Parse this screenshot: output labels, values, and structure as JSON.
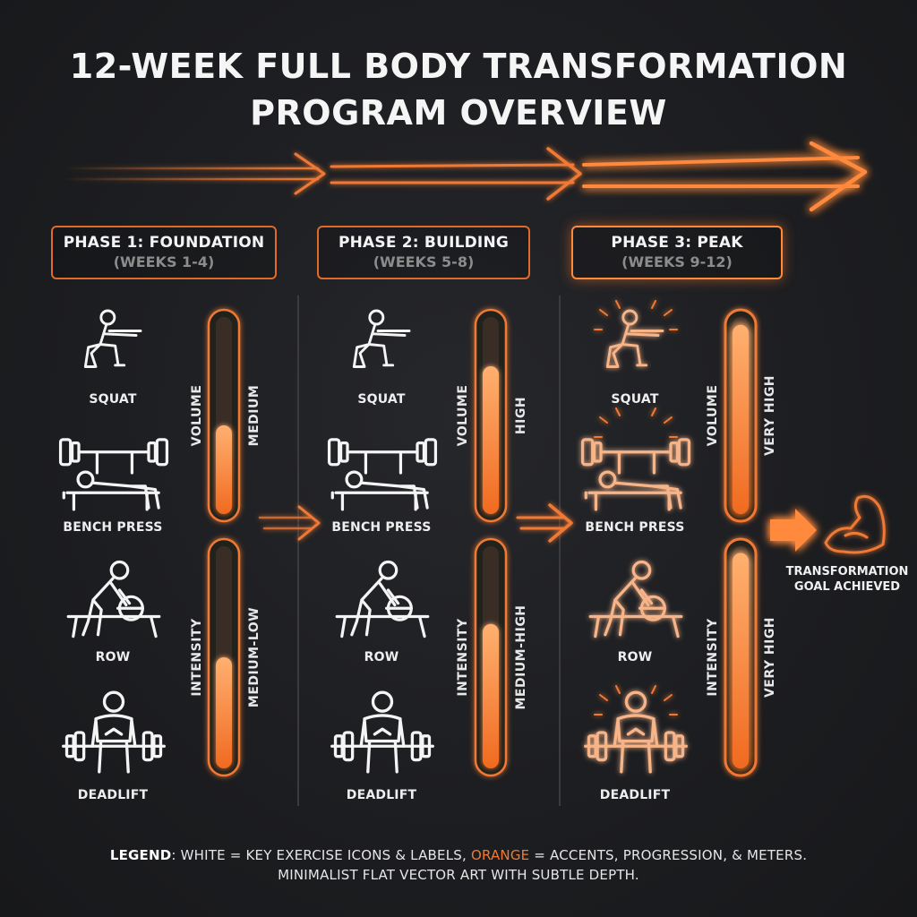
{
  "title": {
    "line1": "12-WEEK FULL BODY TRANSFORMATION",
    "line2": "PROGRAM OVERVIEW"
  },
  "colors": {
    "accent": "#f07a34",
    "background": "#1b1c1f",
    "text": "#f2f2f2",
    "muted": "#8c8c8c"
  },
  "phases": [
    {
      "name": "PHASE 1: FOUNDATION",
      "weeks": "(WEEKS 1-4)",
      "volume": {
        "label": "VOLUME",
        "value": "MEDIUM",
        "level": 0.45
      },
      "intensity": {
        "label": "INTENSITY",
        "value": "MEDIUM-LOW",
        "level": 0.5
      }
    },
    {
      "name": "PHASE 2: BUILDING",
      "weeks": "(WEEKS 5-8)",
      "volume": {
        "label": "VOLUME",
        "value": "HIGH",
        "level": 0.75
      },
      "intensity": {
        "label": "INTENSITY",
        "value": "MEDIUM-HIGH",
        "level": 0.65
      }
    },
    {
      "name": "PHASE 3: PEAK",
      "weeks": "(WEEKS 9-12)",
      "volume": {
        "label": "VOLUME",
        "value": "VERY HIGH",
        "level": 0.96
      },
      "intensity": {
        "label": "INTENSITY",
        "value": "VERY HIGH",
        "level": 0.97
      }
    }
  ],
  "exercises": [
    "SQUAT",
    "BENCH PRESS",
    "ROW",
    "DEADLIFT"
  ],
  "icons": [
    "squat-icon",
    "bench-press-icon",
    "row-icon",
    "deadlift-icon",
    "progression-arrow-icon",
    "flexed-arm-icon"
  ],
  "goal": {
    "line1": "TRANSFORMATION",
    "line2": "GOAL ACHIEVED"
  },
  "legend": {
    "key": "LEGEND",
    "white_part": ": WHITE = KEY EXERCISE ICONS & LABELS, ",
    "orange_word": "ORANGE",
    "rest": " = ACCENTS, PROGRESSION, & METERS.",
    "line2": "MINIMALIST FLAT VECTOR ART WITH SUBTLE DEPTH."
  }
}
